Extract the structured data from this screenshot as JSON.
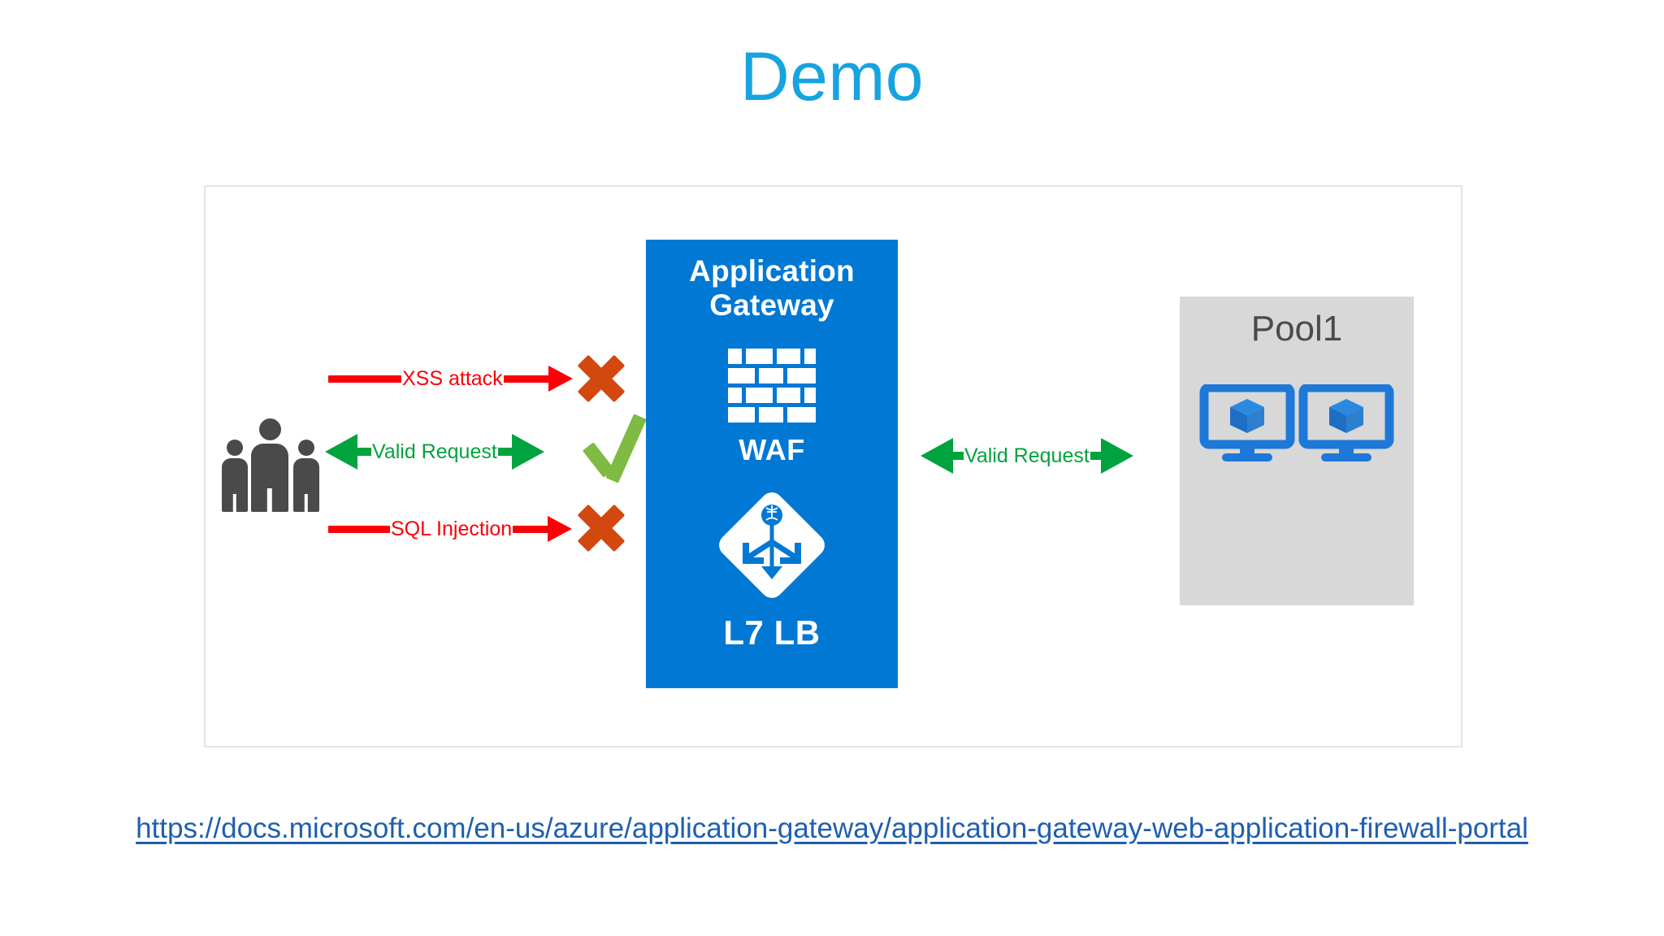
{
  "slide": {
    "title": "Demo",
    "title_color": "#17A3E0",
    "background": "#FFFFFF"
  },
  "diagram": {
    "frame_border_color": "#E4E4E4",
    "users": {
      "icon_name": "users-group-icon",
      "color": "#4A4A4A",
      "count": 3
    },
    "flows": [
      {
        "label": "XSS attack",
        "color": "#FB0007",
        "direction": "one-way",
        "outcome": "blocked",
        "outcome_icon": "x-mark-icon",
        "outcome_color": "#D2480F"
      },
      {
        "label": "Valid Request",
        "color": "#00A33E",
        "direction": "bidirectional",
        "outcome": "allowed",
        "outcome_icon": "check-mark-icon",
        "outcome_color": "#7FBA42"
      },
      {
        "label": "SQL Injection",
        "color": "#FB0007",
        "direction": "one-way",
        "outcome": "blocked",
        "outcome_icon": "x-mark-icon",
        "outcome_color": "#D2480F"
      }
    ],
    "gateway": {
      "title_line1": "Application",
      "title_line2": "Gateway",
      "box_color": "#0078D4",
      "text_color": "#FFFFFF",
      "waf_label": "WAF",
      "waf_icon": "brick-wall-icon",
      "lb_label": "L7 LB",
      "lb_icon": "load-balancer-diamond-icon"
    },
    "backend_flow": {
      "label": "Valid Request",
      "color": "#00A33E",
      "direction": "bidirectional"
    },
    "pool": {
      "title": "Pool1",
      "box_color": "#D8D8D8",
      "title_color": "#4A4A4A",
      "vm_icon": "virtual-machine-icon",
      "vm_color": "#1E78D7",
      "vm_count": 2
    }
  },
  "footer": {
    "link_text": "https://docs.microsoft.com/en-us/azure/application-gateway/application-gateway-web-application-firewall-portal",
    "link_color": "#1F5FAF"
  }
}
